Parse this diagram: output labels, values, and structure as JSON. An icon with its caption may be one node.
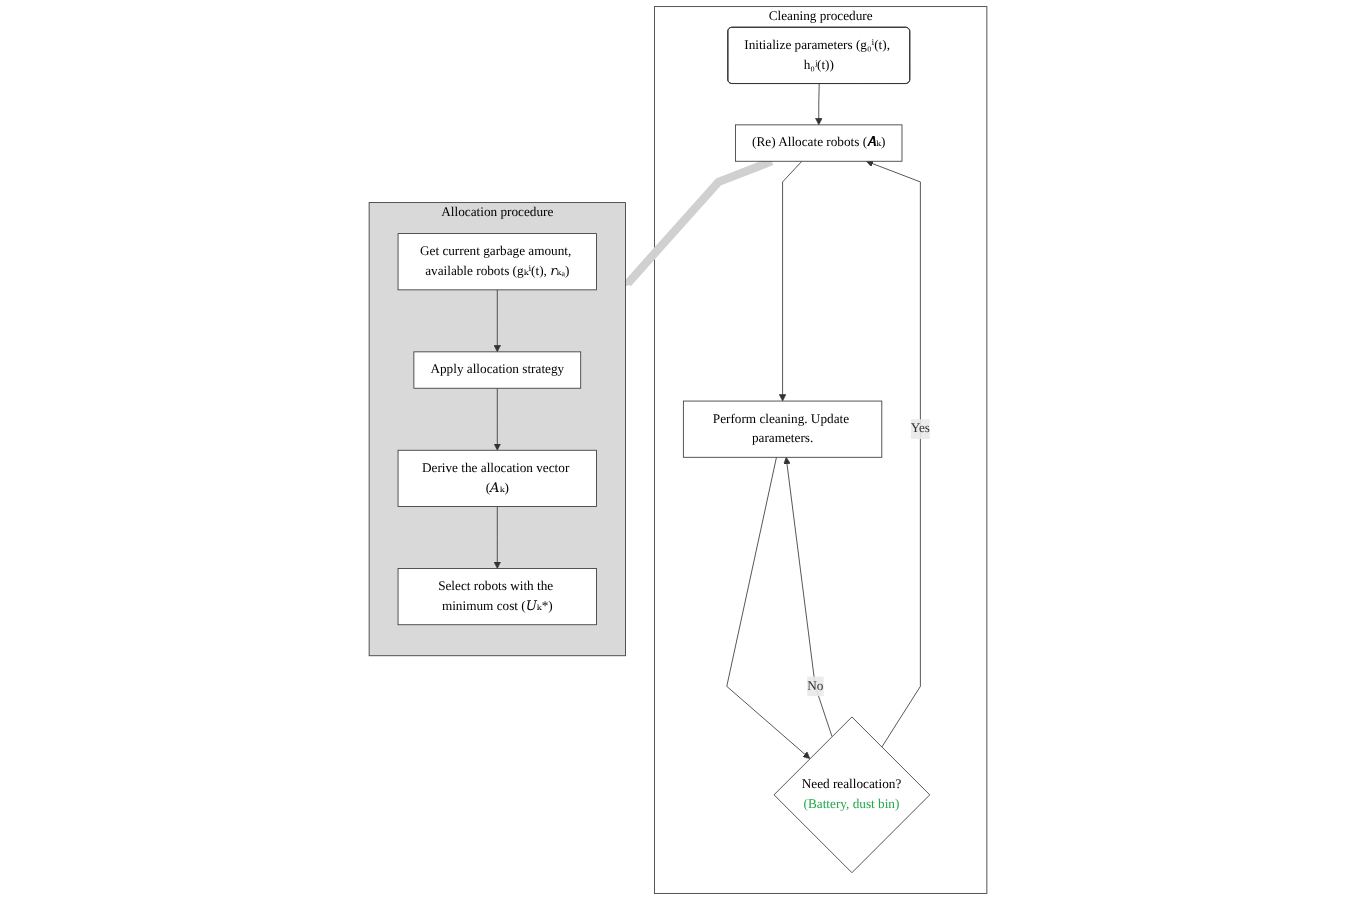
{
  "diagram": {
    "nodes": [
      {
        "text": [
          "Cleaning procedure"
        ]
      },
      {
        "text": [
          "Initialize parameters (g₀ⁱ(t), h₀ʲ(t))"
        ],
        "in": 0
      },
      {
        "text": [
          "(Re) Allocate robots (𝑨ₖ)"
        ],
        "in": 0
      },
      {
        "text": [
          "Perform cleaning. Update parameters."
        ],
        "in": 0
      },
      {
        "text": [
          "Need reallocation?",
          "(Battery, dust bin)"
        ],
        "in": 0
      },
      {
        "text": [
          "Allocation procedure"
        ]
      },
      {
        "text": [
          "Get current garbage amount, available robots (gₖⁱ(t), 𝑟ₖₐ)"
        ],
        "in": 5
      },
      {
        "text": [
          "Apply allocation strategy"
        ],
        "in": 5
      },
      {
        "text": [
          "Derive the allocation vector (𝐴ₖ)"
        ],
        "in": 5
      },
      {
        "text": [
          "Select robots with the minimum cost (𝑈ₖ*)"
        ],
        "in": 5
      }
    ],
    "edges": [
      {
        "from": 1,
        "to": 2,
        "arrow": "to"
      },
      {
        "from": 2,
        "to": 3,
        "arrow": "to"
      },
      {
        "from": 3,
        "to": 4,
        "arrow": "to"
      },
      {
        "from": 4,
        "to": 3,
        "arrow": "to",
        "label": "No"
      },
      {
        "from": 4,
        "to": 2,
        "arrow": "to",
        "label": "Yes"
      },
      {
        "from": 2,
        "to": 5,
        "arrow": "to",
        "style": "thick",
        "color": "#d0d0d0"
      },
      {
        "from": 6,
        "to": 7,
        "arrow": "to"
      },
      {
        "from": 7,
        "to": 8,
        "arrow": "to"
      },
      {
        "from": 8,
        "to": 9,
        "arrow": "to"
      }
    ]
  }
}
